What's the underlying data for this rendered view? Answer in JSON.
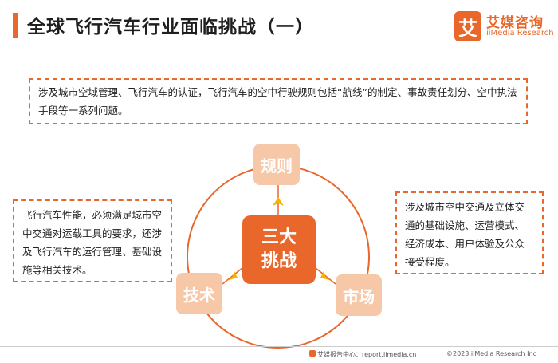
{
  "header": {
    "title": "全球飞行汽车行业面临挑战（一）",
    "accent_color": "#e9672a"
  },
  "logo": {
    "mark": "艾",
    "name_cn": "艾媒咨询",
    "name_en": "iiMedia Research"
  },
  "boxes": {
    "top": "涉及城市空域管理、飞行汽车的认证，飞行汽车的空中行驶规则包括“航线”的制定、事故责任划分、空中执法手段等一系列问题。",
    "left": "飞行汽车性能，必须满足城市空中交通对运载工具的要求，还涉及飞行汽车的运行管理、基础设施等相关技术。",
    "right": "涉及城市空中交通及立体交通的基础设施、运营模式、经济成本、用户体验及公众接受程度。"
  },
  "diagram": {
    "center_line1": "三大",
    "center_line2": "挑战",
    "node_top": "规则",
    "node_left": "技术",
    "node_right": "市场",
    "ring_color": "#e9672a",
    "node_color": "#f6c8a8",
    "arrow_color": "#f5b400"
  },
  "footer": {
    "source": "艾媒报告中心：report.iimedia.cn",
    "copyright": "©2023  iiMedia Research  Inc"
  }
}
